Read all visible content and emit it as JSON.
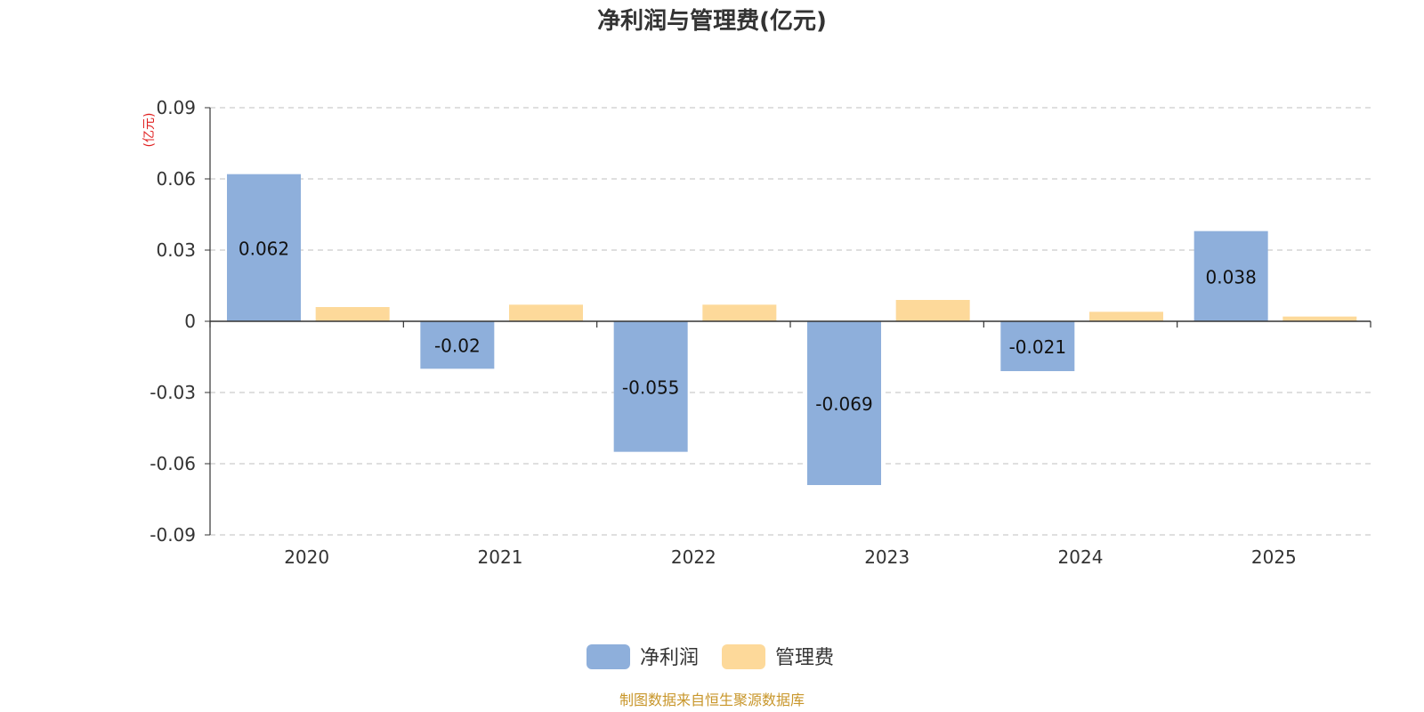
{
  "chart_data": {
    "type": "bar",
    "title": "净利润与管理费(亿元)",
    "ylabel": "(亿元)",
    "categories": [
      "2020",
      "2021",
      "2022",
      "2023",
      "2024",
      "2025"
    ],
    "series": [
      {
        "name": "净利润",
        "values": [
          0.062,
          -0.02,
          -0.055,
          -0.069,
          -0.021,
          0.038
        ],
        "labels": [
          "0.062",
          "-0.02",
          "-0.055",
          "-0.069",
          "-0.021",
          "0.038"
        ],
        "color": "#8eafdb"
      },
      {
        "name": "管理费",
        "values": [
          0.006,
          0.007,
          0.007,
          0.009,
          0.004,
          0.002
        ],
        "color": "#fdd99a"
      }
    ],
    "ylim": [
      -0.09,
      0.09
    ],
    "yticks": [
      0.09,
      0.06,
      0.03,
      0,
      -0.03,
      -0.06,
      -0.09
    ],
    "ytick_labels": [
      "0.09",
      "0.06",
      "0.03",
      "0",
      "-0.03",
      "-0.06",
      "-0.09"
    ],
    "grid": true,
    "legend_position": "bottom-center"
  },
  "source": "制图数据来自恒生聚源数据库"
}
